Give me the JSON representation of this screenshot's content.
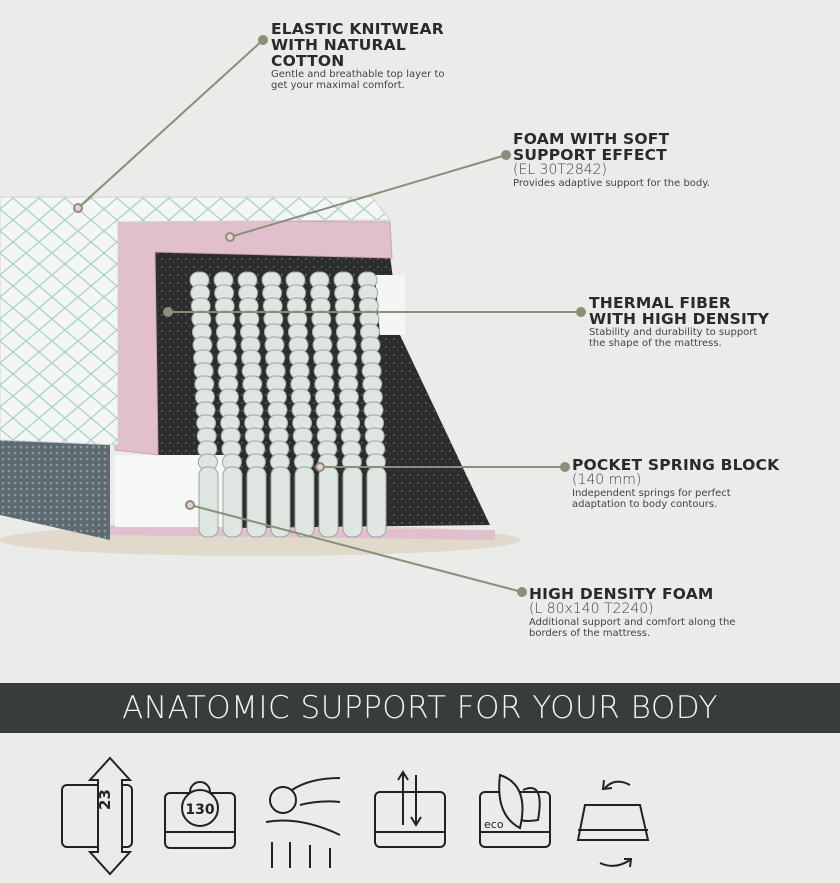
{
  "callouts": [
    {
      "title_lines": [
        "ELASTIC KNITWEAR",
        "WITH NATURAL",
        "COTTON"
      ],
      "spec": "",
      "desc_lines": [
        "Gentle and breathable top layer to",
        "get your maximal comfort."
      ]
    },
    {
      "title_lines": [
        "FOAM WITH SOFT",
        "SUPPORT EFFECT"
      ],
      "spec": "(EL 30T2842)",
      "desc_lines": [
        "Provides adaptive  support for the body."
      ]
    },
    {
      "title_lines": [
        "THERMAL FIBER",
        "WITH HIGH DENSITY"
      ],
      "spec": "",
      "desc_lines": [
        "Stability and durability to support",
        "the shape of the mattress."
      ]
    },
    {
      "title_lines": [
        "POCKET SPRING BLOCK"
      ],
      "spec": "(140 mm)",
      "desc_lines": [
        "Independent springs for perfect",
        "adaptation to body contours."
      ]
    },
    {
      "title_lines": [
        "HIGH DENSITY FOAM"
      ],
      "spec": "(L 80x140 T2240)",
      "desc_lines": [
        "Additional support and comfort along the",
        "borders of the mattress."
      ]
    }
  ],
  "banner": "ANATOMIC SUPPORT FOR YOUR BODY",
  "features": {
    "height": "23",
    "max_weight": "130",
    "eco_label": "eco",
    "icons": [
      "height-icon",
      "max-weight-icon",
      "orthopedic-support-icon",
      "breathable-icon",
      "eco-icon",
      "two-sided-icon"
    ]
  },
  "colors": {
    "background": "#ebebea",
    "banner": "#373d39",
    "leader": "#8a8f79",
    "pink_foam": "#e2bfcc",
    "fiber": "#2b2d2c"
  }
}
